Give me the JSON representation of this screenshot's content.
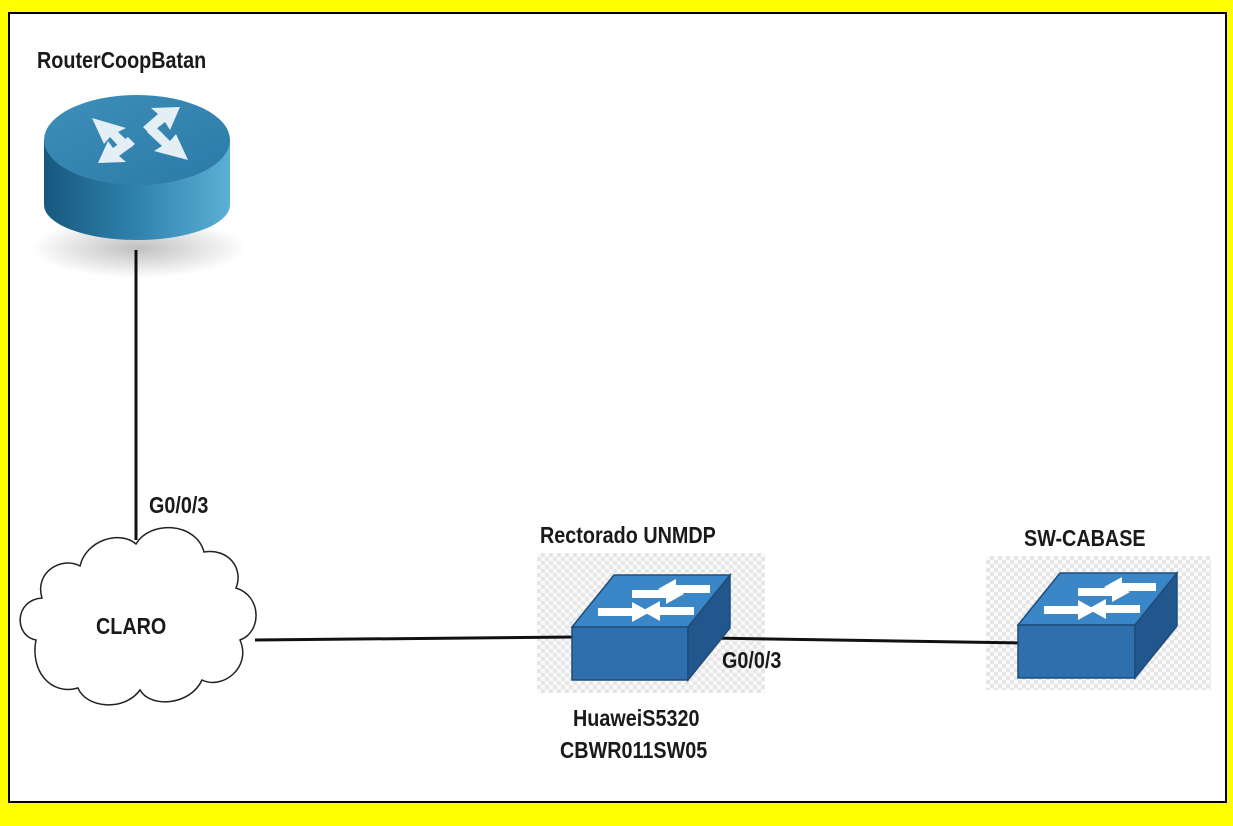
{
  "colors": {
    "border_band": "#ffff00",
    "canvas": "#ffffff",
    "device_blue": "#2f6fae",
    "link": "#111111"
  },
  "nodes": {
    "router": {
      "label": "RouterCoopBatan",
      "icon": "router-icon"
    },
    "cloud": {
      "label": "CLARO",
      "icon": "cloud-icon"
    },
    "switch_rectorado": {
      "label": "Rectorado UNMDP",
      "model": "HuaweiS5320",
      "hostname": "CBWR011SW05",
      "icon": "switch-icon"
    },
    "switch_cabase": {
      "label": "SW-CABASE",
      "icon": "switch-icon"
    }
  },
  "links": {
    "router_to_cloud": {
      "port": "G0/0/3"
    },
    "cloud_to_rectorado": {
      "port": ""
    },
    "rectorado_to_cabase": {
      "port": "G0/0/3"
    }
  }
}
